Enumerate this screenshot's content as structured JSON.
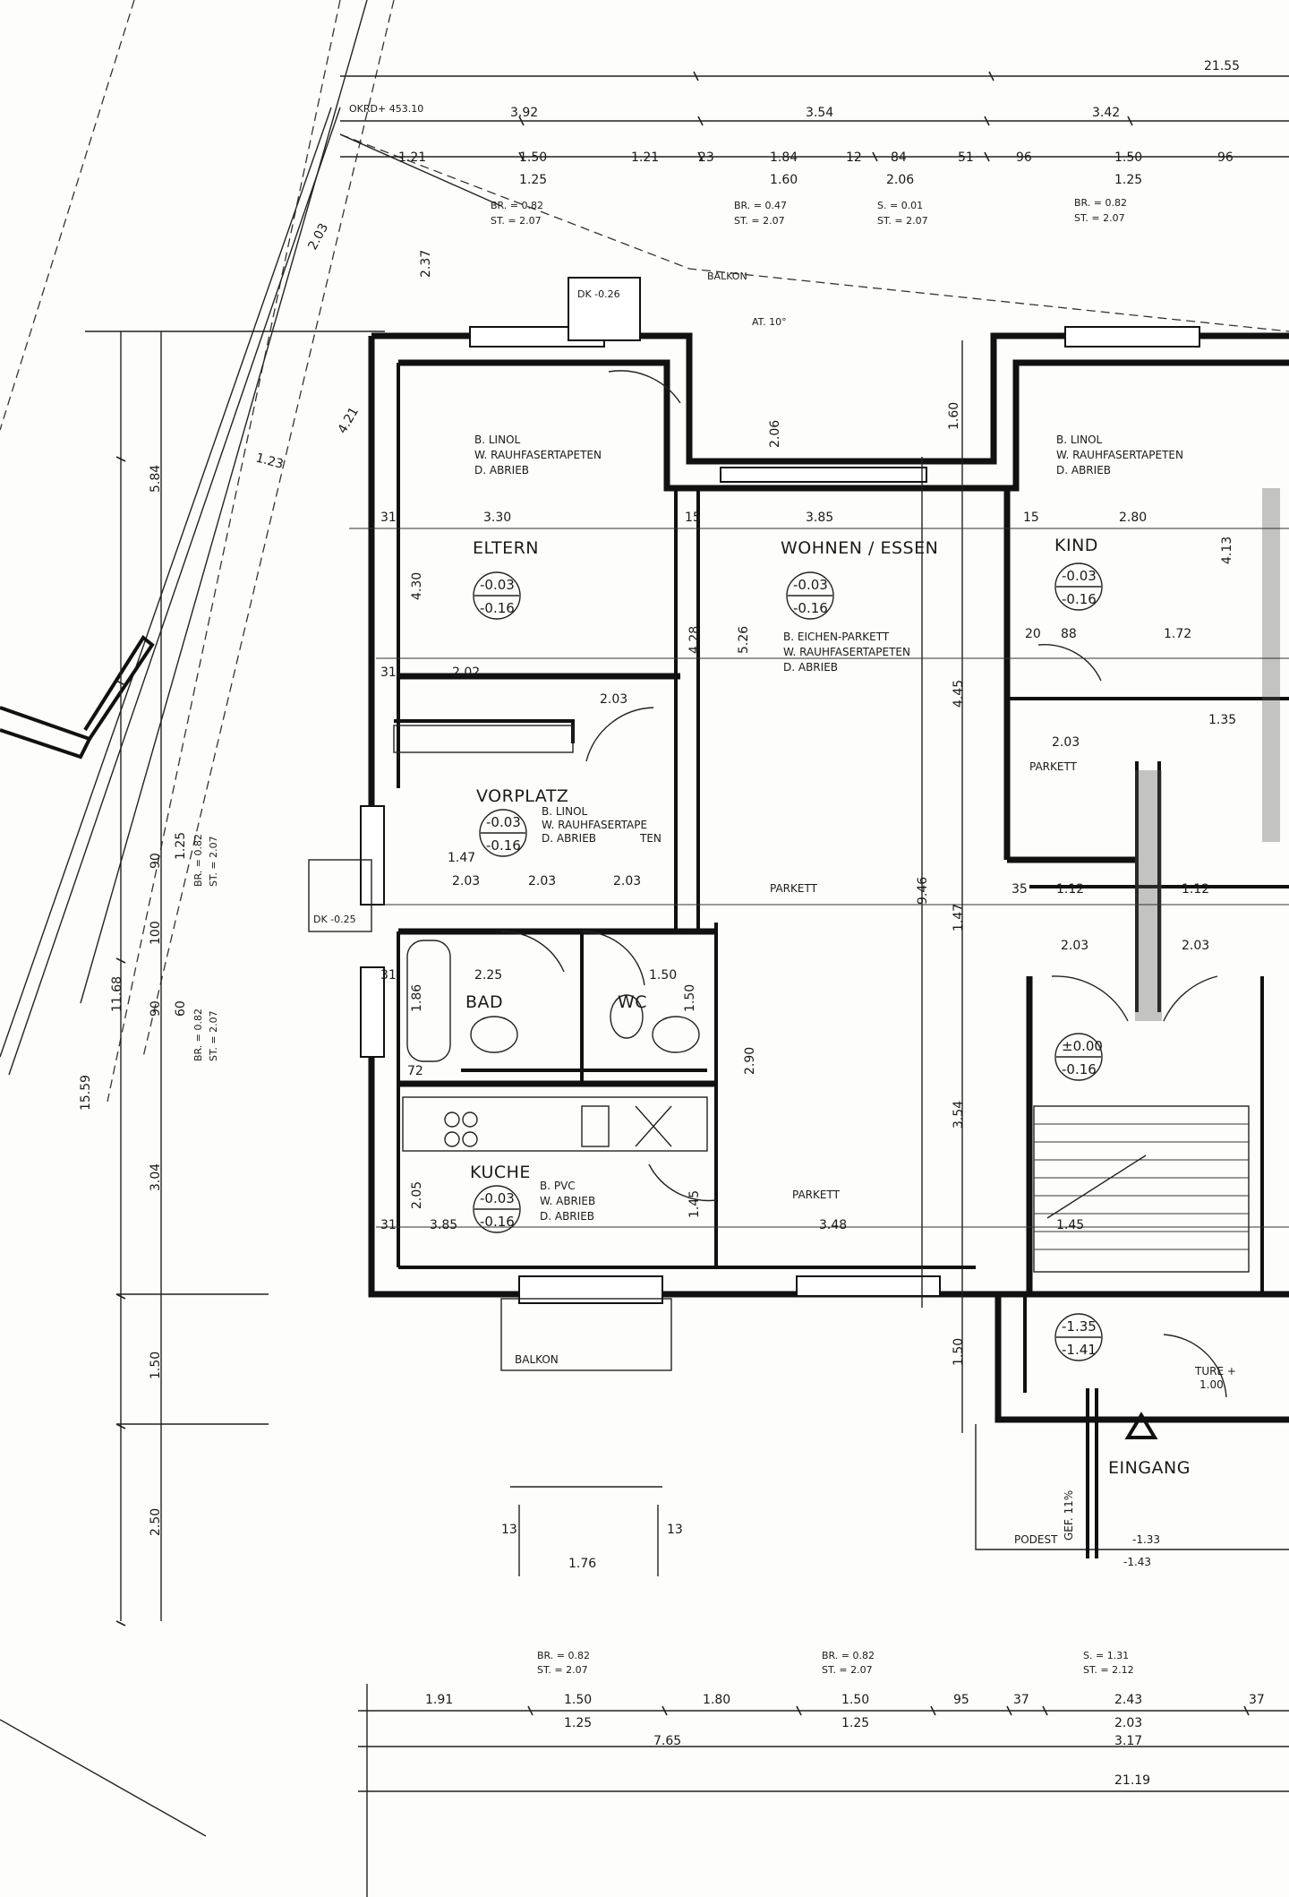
{
  "rooms": {
    "eltern": {
      "name": "ELTERN",
      "level_top": "-0.03",
      "level_bottom": "-0.16",
      "dim_width": "3.30",
      "dim_height": "4.30",
      "finish_1": "B. LINOL",
      "finish_2": "W. RAUHFASERTAPETEN",
      "finish_3": "D. ABRIEB"
    },
    "wohnen": {
      "name": "WOHNEN / ESSEN",
      "level_top": "-0.03",
      "level_bottom": "-0.16",
      "dim_width": "3.85",
      "dim_height": "5.26",
      "finish_1": "B. EICHEN-PARKETT",
      "finish_2": "W. RAUHFASERTAPETEN",
      "finish_3": "D. ABRIEB"
    },
    "kind": {
      "name": "KIND",
      "level_top": "-0.03",
      "level_bottom": "-0.16",
      "dim_width": "2.80",
      "dim_height": "4.13",
      "finish_1": "B. LINOL",
      "finish_2": "W. RAUHFASERTAPETEN",
      "finish_3": "D. ABRIEB"
    },
    "vorplatz": {
      "name": "VORPLATZ",
      "level_top": "-0.03",
      "level_bottom": "-0.16",
      "finish_1": "B. LINOL",
      "finish_2": "W. RAUHFASERTAPE",
      "finish_3": "D. ABRIEB"
    },
    "bad": {
      "name": "BAD",
      "dim_width": "2.25",
      "dim_height": "1.86"
    },
    "wc": {
      "name": "WC",
      "dim_width": "1.50",
      "dim_height": "1.50"
    },
    "kueche": {
      "name": "KUCHE",
      "level_top": "-0.03",
      "level_bottom": "-0.16",
      "dim_width": "3.85",
      "dim_height": "2.05",
      "finish_1": "B. PVC",
      "finish_2": "W. ABRIEB",
      "finish_3": "D. ABRIEB"
    },
    "stair": {
      "level_top": "±0.00",
      "level_bottom": "-0.16"
    },
    "entry": {
      "level_top": "-1.35",
      "level_bottom": "-1.41"
    }
  },
  "labels": {
    "balkon_top": "BALKON",
    "balkon_bottom": "BALKON",
    "eingang": "EINGANG",
    "podest": "PODEST",
    "podest_lvl_1": "-1.33",
    "podest_lvl_2": "-1.43",
    "parkett_1": "PARKETT",
    "parkett_2": "PARKETT",
    "parkett_3": "PARKETT",
    "okrd": "OKRD+ 453.10",
    "at_angle": "AT. 10°",
    "dk_top": "DK -0.26",
    "dk_left": "DK -0.25",
    "ten": "TEN",
    "ture": "TURE +",
    "ture_val": "1.00",
    "gef": "GEF. 11%",
    "br1": "BR. = 0.82",
    "st1": "ST. = 2.07",
    "br2": "BR. = 0.47",
    "st2": "ST. = 2.07",
    "s3": "S. = 0.01",
    "st3": "ST. = 2.07",
    "br4": "BR. = 0.82",
    "st4": "ST. = 2.07",
    "br5": "BR. = 0.82",
    "st5": "ST. = 2.07",
    "br6": "BR. = 0.82",
    "st6": "ST. = 2.07",
    "s7": "S. = 1.31",
    "st7": "ST. = 2.12"
  },
  "dims": {
    "top_total": "21.55",
    "top_a": "3.92",
    "top_b": "3.54",
    "top_c": "3.42",
    "top_r1": [
      "1.21",
      "1.50",
      "1.21",
      "23",
      "1.84",
      "12",
      "84",
      "51",
      "96",
      "1.50",
      "96"
    ],
    "top_r2": [
      "1.25",
      "1.60",
      "2.06",
      "1.25"
    ],
    "bot_total": "21.19",
    "bot_a": "7.65",
    "bot_b": "3.17",
    "bot_r1": [
      "1.91",
      "1.50",
      "1.80",
      "1.50",
      "95",
      "37",
      "2.43",
      "37"
    ],
    "bot_r2": [
      "1.25",
      "1.25",
      "2.03"
    ],
    "bot_mid": "1.76",
    "bot_13a": "13",
    "bot_13b": "13",
    "left_total": "15.59",
    "left_inner": "11.68",
    "left_a": "5.84",
    "left_b": "3.04",
    "left_c": "1.50",
    "left_d": "2.50",
    "left_e": "1.25",
    "left_f": "90",
    "left_g": "100",
    "left_h": "90",
    "left_i": "60",
    "mid_946": "9.46",
    "mid_445": "4.45",
    "mid_147": "1.47",
    "mid_354": "3.54",
    "mid_160": "1.60",
    "mid_150": "1.50",
    "diag_1": "2.03",
    "diag_2": "1.23",
    "diag_3": "4.21",
    "diag_4": "2.37",
    "inner_202": "2.02",
    "inner_203": "2.03",
    "inner_147": "1.47",
    "inner_290": "2.90",
    "inner_348": "3.48",
    "inner_172": "1.72",
    "inner_145": "1.45",
    "inner_428": "4.28",
    "inner_20": "20",
    "inner_88": "88",
    "inner_135": "1.35",
    "inner_206": "2.06",
    "inner_31": "31",
    "inner_15": "15",
    "inner_72": "72",
    "inner_35": "35",
    "inner_1125": "1.12"
  }
}
